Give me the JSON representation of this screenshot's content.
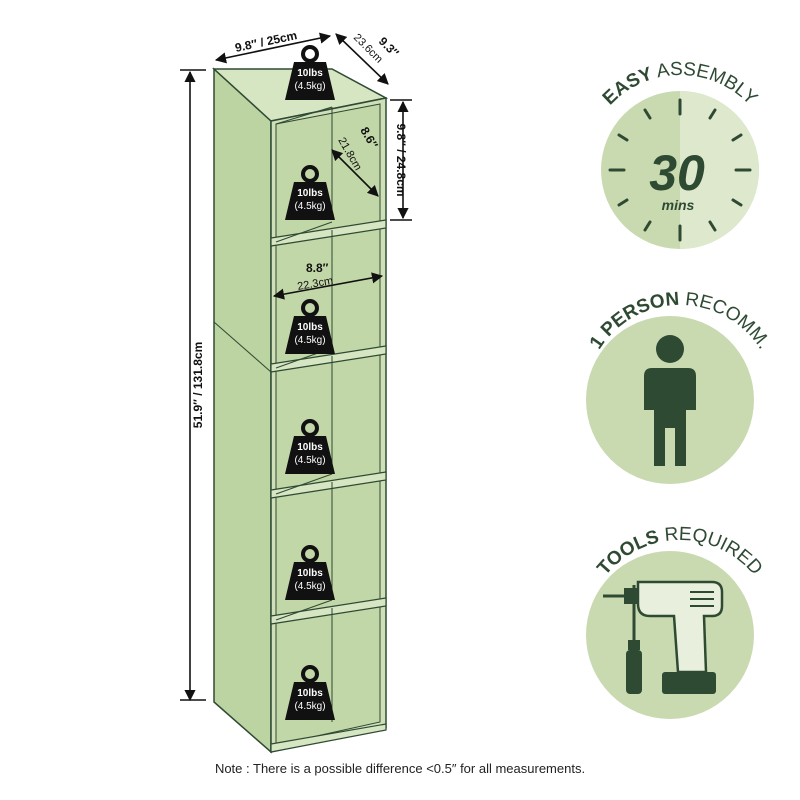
{
  "dimensions": {
    "top_width": "9.8″ / 25cm",
    "top_depth_in": "9.3″",
    "top_depth_cm": "23.6cm",
    "total_height": "51.9″ / 131.8cm",
    "shelf_height": "9.8″ / 24.8cm",
    "inner_depth_in": "8.6″",
    "inner_depth_cm": "21.8cm",
    "inner_width_in": "8.8″",
    "inner_width_cm": "22.3cm"
  },
  "weights": [
    {
      "lbs": "10lbs",
      "kg": "(4.5kg)"
    },
    {
      "lbs": "10lbs",
      "kg": "(4.5kg)"
    },
    {
      "lbs": "10lbs",
      "kg": "(4.5kg)"
    },
    {
      "lbs": "10lbs",
      "kg": "(4.5kg)"
    },
    {
      "lbs": "10lbs",
      "kg": "(4.5kg)"
    },
    {
      "lbs": "10lbs",
      "kg": "(4.5kg)"
    }
  ],
  "badges": {
    "assembly": {
      "strong": "EASY",
      "rest": "ASSEMBLY",
      "number": "30",
      "unit": "mins"
    },
    "person": {
      "strong": "1 PERSON",
      "rest": "RECOMM."
    },
    "tools": {
      "strong": "TOOLS",
      "rest": "REQUIRED"
    }
  },
  "note": "Note : There is a possible difference <0.5″ for all measurements.",
  "colors": {
    "shelf_fill": "#cfe0b8",
    "shelf_side": "#bcd3a2",
    "outline": "#2f4a33",
    "badge_light": "#c9d9b0",
    "badge_lighter": "#dde8cc",
    "badge_dark": "#2e4a33",
    "weight_fill": "#111111"
  }
}
